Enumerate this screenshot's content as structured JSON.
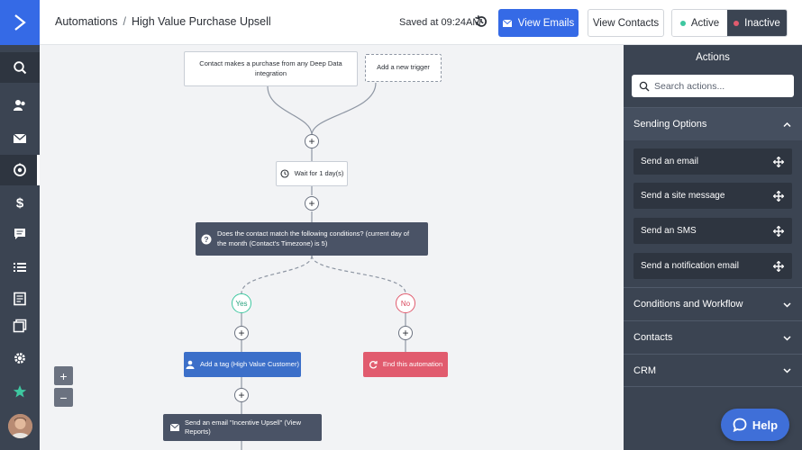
{
  "header": {
    "breadcrumb_root": "Automations",
    "breadcrumb_sep": "/",
    "title": "High Value Purchase Upsell",
    "saved_text": "Saved at 09:24AM",
    "view_emails_label": "View Emails",
    "view_contacts_label": "View Contacts",
    "active_label": "Active",
    "inactive_label": "Inactive"
  },
  "canvas": {
    "trigger": "Contact makes a purchase from any Deep Data integration",
    "add_trigger": "Add a new trigger",
    "wait": "Wait for 1 day(s)",
    "condition": "Does the contact match the following conditions? (current day of the month (Contact's Timezone) is 5)",
    "yes_label": "Yes",
    "no_label": "No",
    "add_tag": "Add a tag (High Value Customer)",
    "end": "End this automation",
    "send_email": "Send an email \"Incentive Upsell\" (View Reports)",
    "plus": "+",
    "zoom_in": "+",
    "zoom_out": "−"
  },
  "sidebar": {
    "title": "Actions",
    "search_placeholder": "Search actions...",
    "sections": [
      {
        "label": "Sending Options",
        "open": true
      },
      {
        "label": "Conditions and Workflow",
        "open": false
      },
      {
        "label": "Contacts",
        "open": false
      },
      {
        "label": "CRM",
        "open": false
      }
    ],
    "sending_items": [
      "Send an email",
      "Send a site message",
      "Send an SMS",
      "Send a notification email"
    ]
  },
  "help_label": "Help",
  "colors": {
    "brand_blue": "#356ae6",
    "nav_dark": "#3b4452",
    "active_green": "#3ec7a0",
    "inactive_red": "#e15b6e"
  }
}
